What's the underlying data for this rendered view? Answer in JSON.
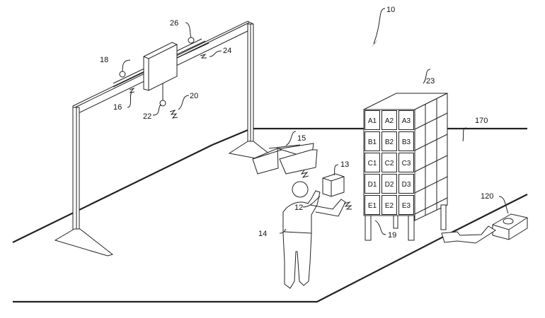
{
  "figure": {
    "type": "patent-drawing",
    "reference_numerals": {
      "system": "10",
      "hand_device": "12",
      "item": "13",
      "worker": "14",
      "bins": "15",
      "rail_left": "16",
      "sensor_left": "18",
      "shelf_base": "19",
      "signal_down": "20",
      "shelf_unit": "23",
      "sensor_bottom": "22",
      "signal_right": "24",
      "sensor_right": "26",
      "robot": "120",
      "floor_zone": "170"
    },
    "shelf_cells": [
      [
        "A1",
        "A2",
        "A3"
      ],
      [
        "B1",
        "B2",
        "B3"
      ],
      [
        "C1",
        "C2",
        "C3"
      ],
      [
        "D1",
        "D2",
        "D3"
      ],
      [
        "E1",
        "E2",
        "E3"
      ]
    ]
  }
}
